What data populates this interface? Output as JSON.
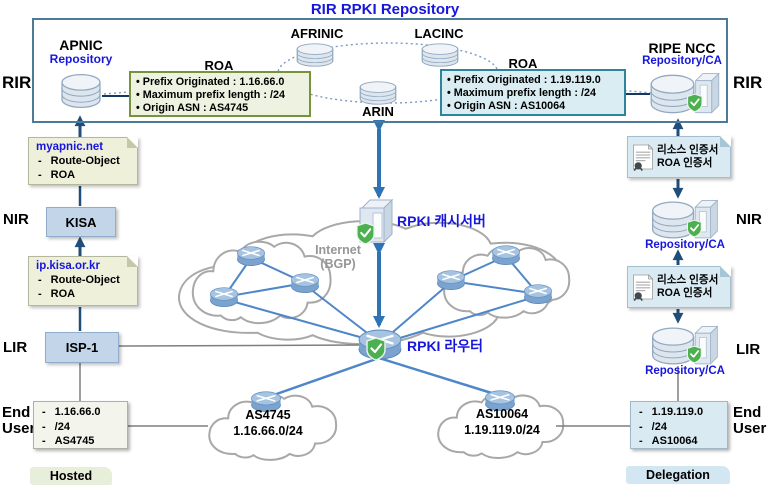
{
  "title": "RIR RPKI Repository",
  "colors": {
    "accent_blue": "#1616dc",
    "box_border": "#4d7a96",
    "roa_left_border": "#77933c",
    "roa_left_bg": "#eef2e0",
    "roa_right_border": "#2f849c",
    "roa_right_bg": "#d9edf3",
    "arrow_dark": "#1f4e79",
    "arrow_steel": "#2e74b5",
    "shield_green": "#4caf50",
    "hosted_bg": "#e7eeda",
    "delegation_bg": "#d2e7f2"
  },
  "rir_box": {
    "left_label": "RIR",
    "right_label": "RIR",
    "apnic": {
      "name": "APNIC",
      "sub": "Repository"
    },
    "afrinic": "AFRINIC",
    "lacinc": "LACINC",
    "arin": "ARIN",
    "ripe": {
      "name": "RIPE NCC",
      "sub": "Repository/CA"
    },
    "roa_left": {
      "title": "ROA",
      "items": [
        "Prefix Originated : 1.16.66.0",
        "Maximum prefix length : /24",
        "Origin ASN : AS4745"
      ]
    },
    "roa_right": {
      "title": "ROA",
      "items": [
        "Prefix Originated : 1.19.119.0",
        "Maximum prefix length : /24",
        "Origin ASN : AS10064"
      ]
    }
  },
  "left_column": {
    "myapnic": {
      "title": "myapnic.net",
      "items": [
        "Route-Object",
        "ROA"
      ]
    },
    "nir_label": "NIR",
    "kisa": "KISA",
    "ipkisa": {
      "title": "ip.kisa.or.kr",
      "items": [
        "Route-Object",
        "ROA"
      ]
    },
    "lir_label": "LIR",
    "isp": "ISP-1",
    "end_label_1": "End",
    "end_label_2": "User",
    "end_user_box": [
      "1.16.66.0",
      "/24",
      "AS4745"
    ],
    "footer": "Hosted"
  },
  "right_column": {
    "cert_top": [
      "리소스 인증서",
      "ROA 인증서"
    ],
    "nir_label": "NIR",
    "nir_repo": "Repository/CA",
    "cert_bottom": [
      "리소스 인증서",
      "ROA 인증서"
    ],
    "lir_label": "LIR",
    "lir_repo": "Repository/CA",
    "end_label_1": "End",
    "end_label_2": "User",
    "end_user_box": [
      "1.19.119.0",
      "/24",
      "AS10064"
    ],
    "footer": "Delegation"
  },
  "center": {
    "cache_server": "RPKI 캐시서버",
    "internet_1": "Internet",
    "internet_2": "(BGP)",
    "router": "RPKI 라우터",
    "as_cloud_left": {
      "asn": "AS4745",
      "prefix": "1.16.66.0/24"
    },
    "as_cloud_right": {
      "asn": "AS10064",
      "prefix": "1.19.119.0/24"
    }
  }
}
